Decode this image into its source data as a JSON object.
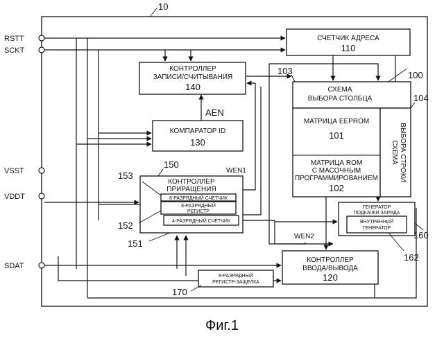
{
  "figure": {
    "caption": "Фиг.1",
    "ref_chip": "10",
    "ref_memory_block": "100"
  },
  "pins": [
    {
      "id": "rstt",
      "label": "RSTT"
    },
    {
      "id": "sckt",
      "label": "SCKT"
    },
    {
      "id": "vsst",
      "label": "VSST"
    },
    {
      "id": "vddt",
      "label": "VDDT"
    },
    {
      "id": "sdat",
      "label": "SDAT"
    }
  ],
  "blocks": {
    "address_counter": {
      "lines": [
        "СЧЕТЧИК АДРЕСА"
      ],
      "ref": "110"
    },
    "rw_controller": {
      "lines": [
        "КОНТРОЛЛЕР",
        "ЗАПИСИ/СЧИТЫВАНИЯ"
      ],
      "ref": "140"
    },
    "id_comparator": {
      "lines": [
        "КОМПАРАТОР ID"
      ],
      "ref": "130"
    },
    "increment_controller": {
      "lines": [
        "КОНТРОЛЛЕР",
        "ПРИРАЩЕНИЯ"
      ],
      "ref": "150"
    },
    "counter_8bit": {
      "lines": [
        "8-РАЗРЯДНЫЙ СЧЕТЧИК"
      ],
      "ref": "153"
    },
    "register_8bit": {
      "lines": [
        "8-РАЗРЯДНЫЙ",
        "РЕГИСТР"
      ],
      "ref": "152"
    },
    "counter_4bit": {
      "lines": [
        "4-РАЗРЯДНЫЙ СЧЕТЧИК"
      ],
      "ref": "151"
    },
    "column_select": {
      "lines": [
        "СХЕМА",
        "ВЫБОРА СТОЛБЦА"
      ],
      "ref": "103"
    },
    "eeprom_matrix": {
      "lines": [
        "МАТРИЦА EEPROM"
      ],
      "ref": "101"
    },
    "rom_matrix": {
      "lines": [
        "МАТРИЦА ROM",
        "С МАСОЧНЫМ",
        "ПРОГРАММИРОВАНИЕМ"
      ],
      "ref": "102"
    },
    "row_select": {
      "lines": [
        "СХЕМА",
        "ВЫБОРА СТРОКИ"
      ],
      "ref": "104"
    },
    "charge_pump": {
      "lines": [
        "ГЕНЕРАТОР",
        "ПОДКАЧКИ ЗАРЯДА"
      ],
      "ref": "160"
    },
    "internal_generator": {
      "lines": [
        "ВНУТРЕННИЙ",
        "ГЕНЕРАТОР"
      ],
      "ref": "162"
    },
    "io_controller": {
      "lines": [
        "КОНТРОЛЛЕР",
        "ВВОДА/ВЫВОДА"
      ],
      "ref": "120"
    },
    "latch_register": {
      "lines": [
        "8-РАЗРЯДНЫЙ",
        "РЕГИСТР-ЗАЩЕЛКА"
      ],
      "ref": "170"
    }
  },
  "signals": {
    "aen": "AEN",
    "wen1": "WEN1",
    "wen2": "WEN2"
  }
}
